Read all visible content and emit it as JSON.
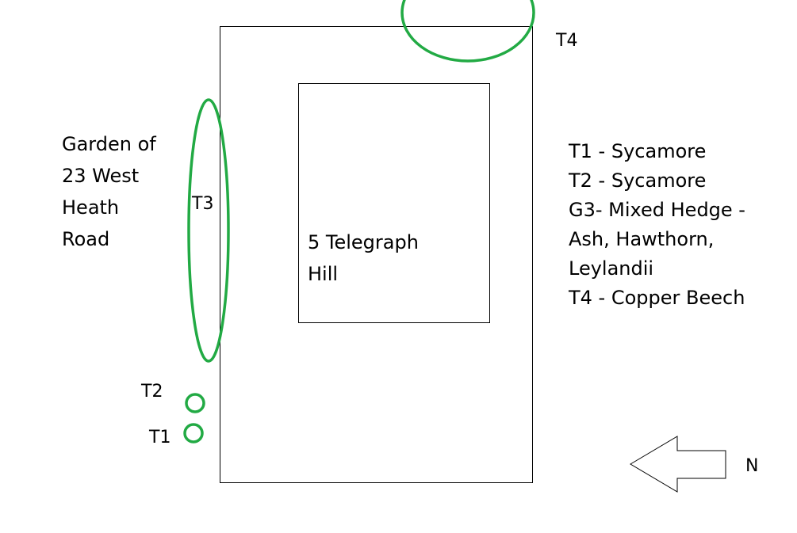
{
  "colors": {
    "tree_outline": "#22aa44",
    "line": "#000000",
    "background": "#ffffff"
  },
  "labels": {
    "garden": [
      "Garden of",
      "23 West",
      "Heath",
      "Road"
    ],
    "house": [
      "5 Telegraph",
      "Hill"
    ],
    "t1": "T1",
    "t2": "T2",
    "t3": "T3",
    "t4": "T4",
    "north": "N"
  },
  "legend": [
    "T1 - Sycamore",
    "T2 - Sycamore",
    "G3- Mixed Hedge -",
    "Ash, Hawthorn,",
    "Leylandii",
    "T4 - Copper Beech"
  ]
}
